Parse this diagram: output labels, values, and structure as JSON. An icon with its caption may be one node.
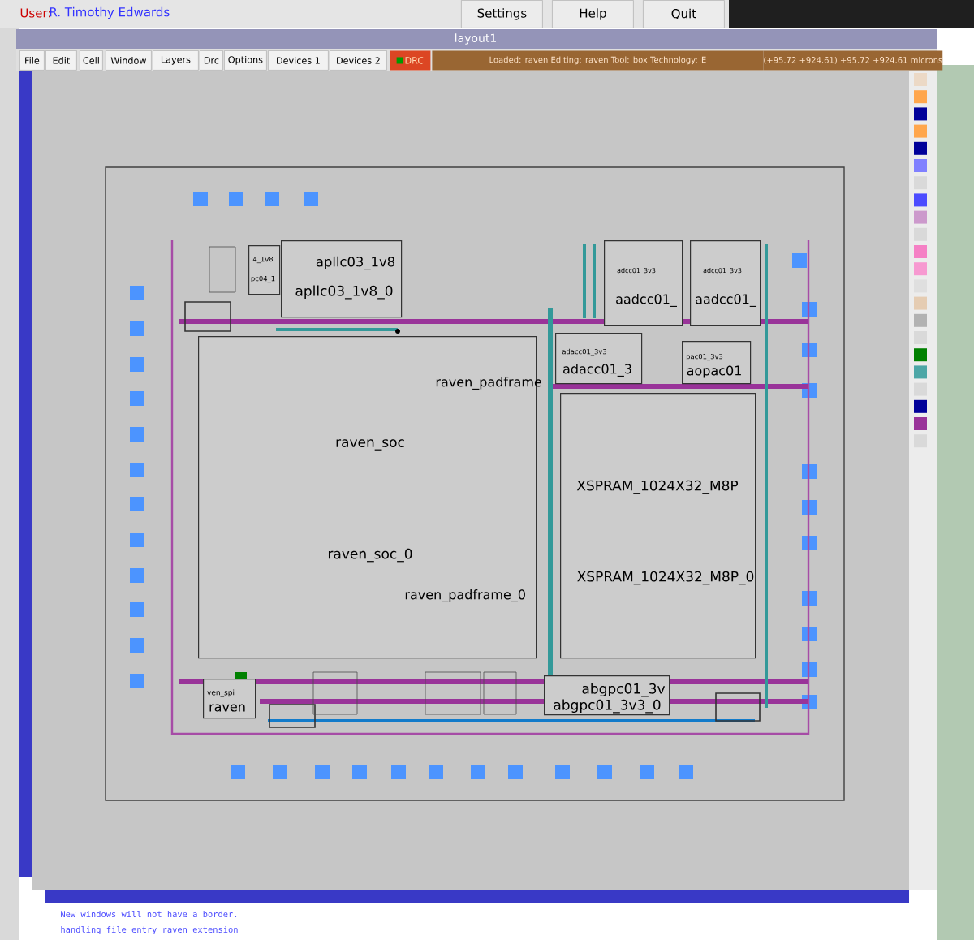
{
  "diagram": {
    "nodes": [
      {
        "text": [
          "apllc03_1v8",
          "apllc03_1v8_0"
        ]
      },
      {
        "text": [
          "4_1v8",
          "pc04_1"
        ]
      },
      {
        "text": [
          "adcc01_3v3",
          "aadcc01_"
        ]
      },
      {
        "text": [
          "adcc01_3v3",
          "aadcc01_"
        ]
      },
      {
        "text": [
          "adacc01_3v3",
          "adacc01_3"
        ]
      },
      {
        "text": [
          "pac01_3v3",
          "aopac01"
        ]
      },
      {
        "text": [
          "raven_soc",
          "raven_soc_0"
        ]
      },
      {
        "text": [
          "XSPRAM_1024X32_M8P",
          "XSPRAM_1024X32_M8P_0"
        ]
      },
      {
        "text": [
          "ven_spi",
          "raven"
        ]
      },
      {
        "text": [
          "abgpc01_3v",
          "abgpc01_3v3_0"
        ]
      }
    ],
    "labels": [
      "User:",
      "R. Timothy Edwards",
      "Settings",
      "Help",
      "Quit",
      "layout1",
      "File",
      "Edit",
      "Cell",
      "Window",
      "Layers",
      "Drc",
      "Options",
      "Devices 1",
      "Devices 2",
      "DRC",
      "Loaded: raven Editing: raven Tool: box Technology: E",
      "(+95.72 +924.61) +95.72 +924.61 microns",
      "raven_padframe",
      "raven_padframe_0",
      "New windows will not have a border.",
      "handling file entry raven extension"
    ]
  }
}
